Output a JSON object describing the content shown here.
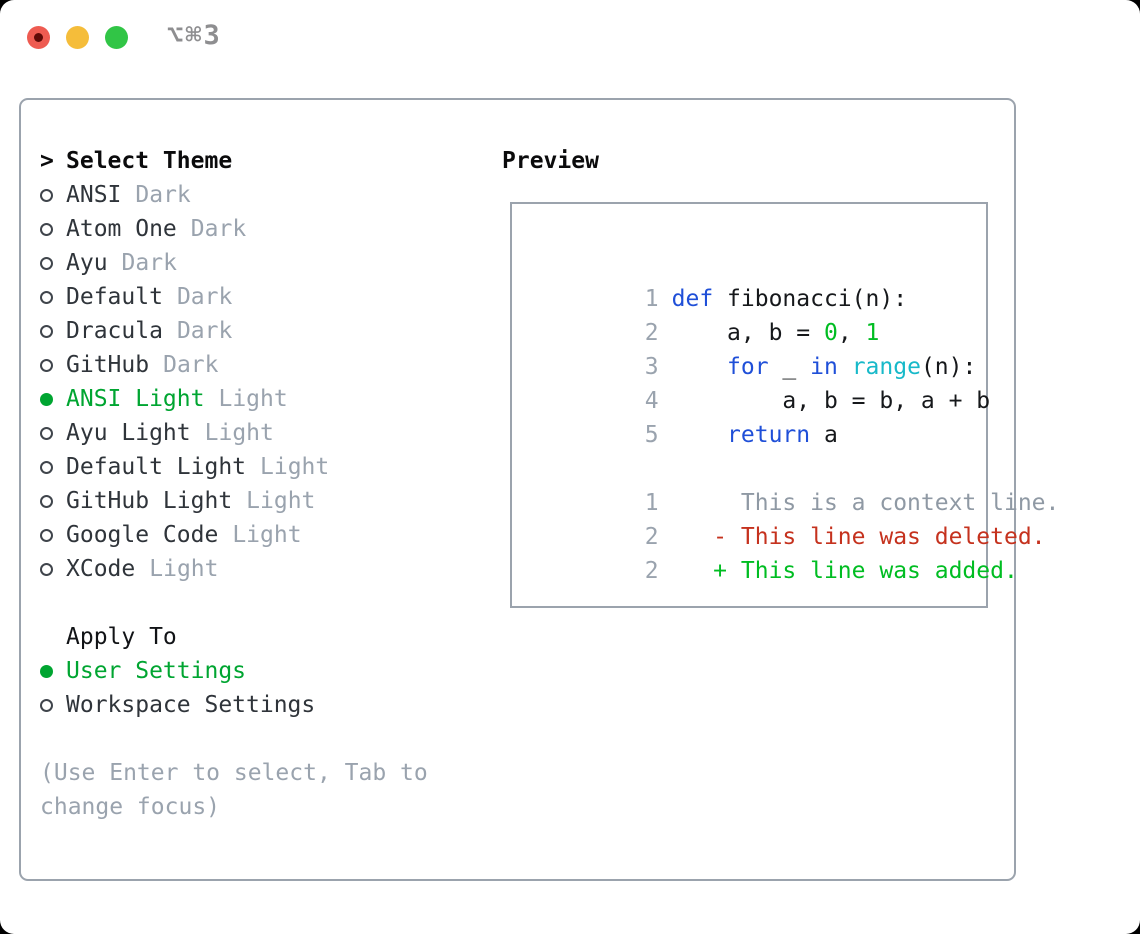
{
  "window": {
    "title": "⌥⌘3",
    "traffic_lights": [
      "close",
      "minimize",
      "zoom"
    ]
  },
  "theme_list": {
    "prompt": ">",
    "header": "Select Theme",
    "items": [
      {
        "name": "ANSI",
        "tag": "Dark",
        "selected": false
      },
      {
        "name": "Atom One",
        "tag": "Dark",
        "selected": false
      },
      {
        "name": "Ayu",
        "tag": "Dark",
        "selected": false
      },
      {
        "name": "Default",
        "tag": "Dark",
        "selected": false
      },
      {
        "name": "Dracula",
        "tag": "Dark",
        "selected": false
      },
      {
        "name": "GitHub",
        "tag": "Dark",
        "selected": false
      },
      {
        "name": "ANSI Light",
        "tag": "Light",
        "selected": true
      },
      {
        "name": "Ayu Light",
        "tag": "Light",
        "selected": false
      },
      {
        "name": "Default Light",
        "tag": "Light",
        "selected": false
      },
      {
        "name": "GitHub Light",
        "tag": "Light",
        "selected": false
      },
      {
        "name": "Google Code",
        "tag": "Light",
        "selected": false
      },
      {
        "name": "XCode",
        "tag": "Light",
        "selected": false
      }
    ]
  },
  "apply_to": {
    "header": "Apply To",
    "options": [
      {
        "label": "User Settings",
        "selected": true
      },
      {
        "label": "Workspace Settings",
        "selected": false
      }
    ]
  },
  "help": {
    "line1": "(Use Enter to select, Tab to",
    "line2": "change focus)"
  },
  "preview": {
    "header": "Preview",
    "code_lines": [
      {
        "num": "1",
        "segs": [
          "def",
          " fibonacci(n):"
        ]
      },
      {
        "num": "2",
        "segs": [
          "    a, b = ",
          "0",
          ", ",
          "1"
        ]
      },
      {
        "num": "3",
        "segs": [
          "    ",
          "for",
          " _ ",
          "in",
          " ",
          "range",
          "(n):"
        ]
      },
      {
        "num": "4",
        "segs": [
          "        a, b = b, a + b"
        ]
      },
      {
        "num": "5",
        "segs": [
          "    ",
          "return",
          " a"
        ]
      }
    ],
    "diff_lines": [
      {
        "num": "1",
        "text": "     This is a context line."
      },
      {
        "num": "2",
        "text": "   - This line was deleted."
      },
      {
        "num": "2",
        "text": "   + This line was added."
      }
    ]
  },
  "palette": {
    "selected_green": "#00a531",
    "code_green": "#00bd22",
    "deleted_red": "#c5321e",
    "keyword_blue": "#1f4fd8",
    "builtin_cyan": "#17b9c9",
    "muted_gray": "#9aa3ae",
    "border_gray": "#9ba3ad",
    "text_dark": "#2f343a",
    "light_close": "#ee5b51",
    "light_minimize": "#f5bd3a",
    "light_zoom": "#31c546"
  }
}
